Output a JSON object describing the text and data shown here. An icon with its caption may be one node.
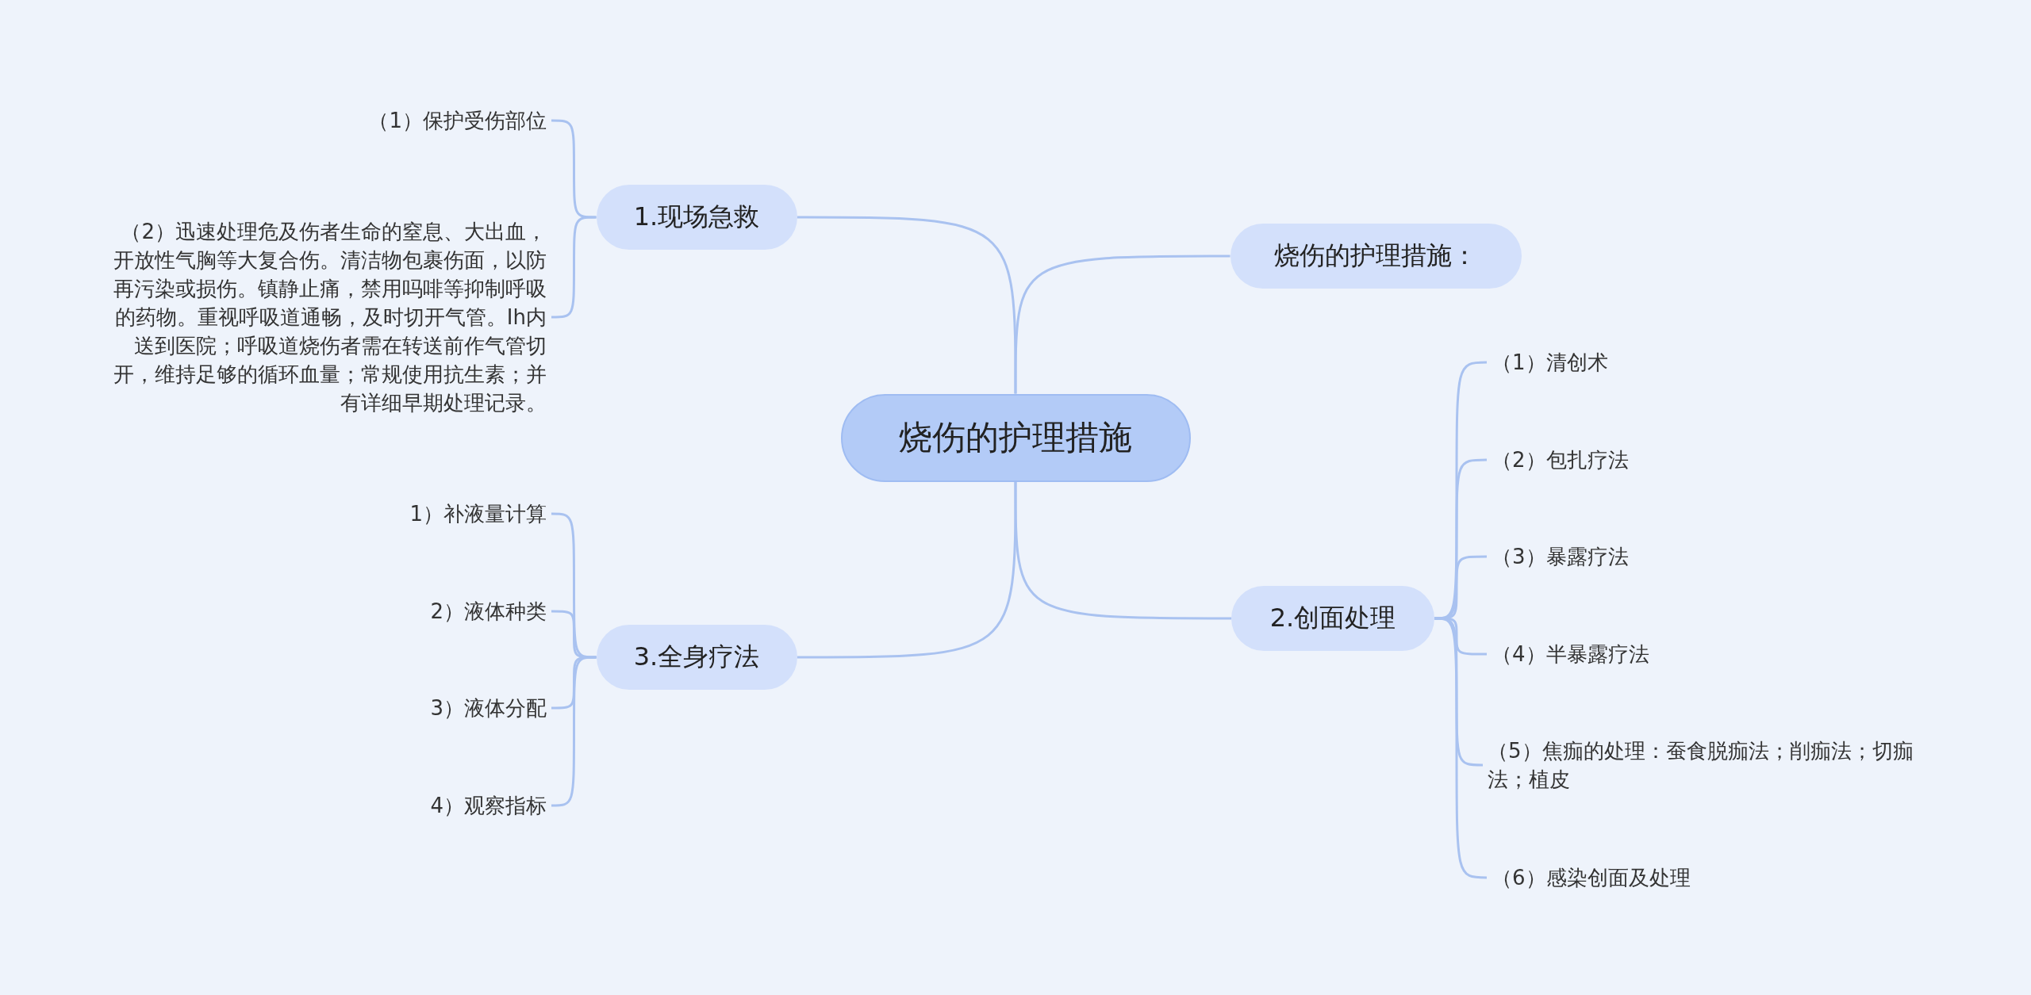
{
  "diagram": {
    "nodes": [
      {
        "text": [
          "烧伤的护理措施"
        ]
      },
      {
        "text": [
          "1.现场急救"
        ]
      },
      {
        "text": [
          "烧伤的护理措施："
        ]
      },
      {
        "text": [
          "2.创面处理"
        ]
      },
      {
        "text": [
          "3.全身疗法"
        ]
      },
      {
        "text": [
          "（1）保护受伤部位"
        ]
      },
      {
        "text": [
          "（2）迅速处理危及伤者生命的窒息、大出血，开放性气胸等大复合伤。清洁物包裹伤面，以防再污染或损伤。镇静止痛，禁用吗啡等抑制呼吸的药物。重视呼吸道通畅，及时切开气管。Ih内送到医院；呼吸道烧伤者需在转送前作气管切开，维持足够的循环血量；常规使用抗生素；并有详细早期处理记录。"
        ]
      },
      {
        "text": [
          "1）补液量计算"
        ]
      },
      {
        "text": [
          "2）液体种类"
        ]
      },
      {
        "text": [
          "3）液体分配"
        ]
      },
      {
        "text": [
          "4）观察指标"
        ]
      },
      {
        "text": [
          "（1）清创术"
        ]
      },
      {
        "text": [
          "（2）包扎疗法"
        ]
      },
      {
        "text": [
          "（3）暴露疗法"
        ]
      },
      {
        "text": [
          "（4）半暴露疗法"
        ]
      },
      {
        "text": [
          "（5）焦痂的处理：蚕食脱痂法；削痂法；切痂法；植皮"
        ]
      },
      {
        "text": [
          "（6）感染创面及处理"
        ]
      }
    ],
    "edges": [
      {
        "from": 0,
        "to": 1,
        "arrow": "none"
      },
      {
        "from": 0,
        "to": 2,
        "arrow": "none"
      },
      {
        "from": 0,
        "to": 3,
        "arrow": "none"
      },
      {
        "from": 0,
        "to": 4,
        "arrow": "none"
      },
      {
        "from": 1,
        "to": 5,
        "arrow": "none"
      },
      {
        "from": 1,
        "to": 6,
        "arrow": "none"
      },
      {
        "from": 4,
        "to": 7,
        "arrow": "none"
      },
      {
        "from": 4,
        "to": 8,
        "arrow": "none"
      },
      {
        "from": 4,
        "to": 9,
        "arrow": "none"
      },
      {
        "from": 4,
        "to": 10,
        "arrow": "none"
      },
      {
        "from": 3,
        "to": 11,
        "arrow": "none"
      },
      {
        "from": 3,
        "to": 12,
        "arrow": "none"
      },
      {
        "from": 3,
        "to": 13,
        "arrow": "none"
      },
      {
        "from": 3,
        "to": 14,
        "arrow": "none"
      },
      {
        "from": 3,
        "to": 15,
        "arrow": "none"
      },
      {
        "from": 3,
        "to": 16,
        "arrow": "none"
      }
    ]
  }
}
